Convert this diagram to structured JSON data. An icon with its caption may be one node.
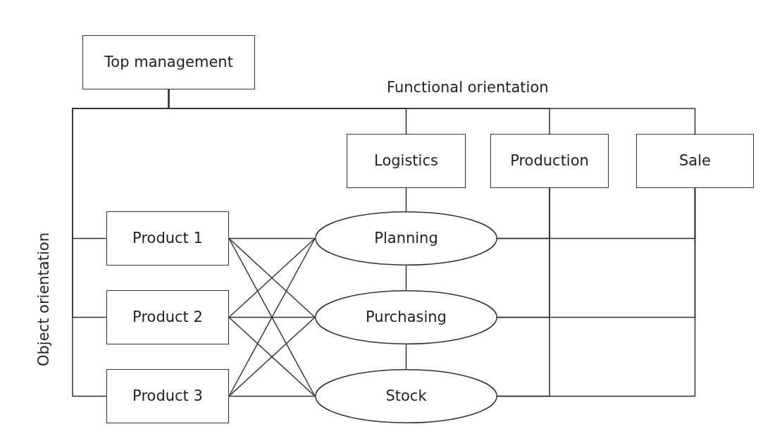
{
  "diagram": {
    "nodes": [
      {
        "text": [
          "Top management"
        ]
      },
      {
        "text": [
          "Logistics"
        ]
      },
      {
        "text": [
          "Production"
        ]
      },
      {
        "text": [
          "Sale"
        ]
      },
      {
        "text": [
          "Product 1"
        ]
      },
      {
        "text": [
          "Product 2"
        ]
      },
      {
        "text": [
          "Product 3"
        ]
      },
      {
        "text": [
          "Planning"
        ]
      },
      {
        "text": [
          "Purchasing"
        ]
      },
      {
        "text": [
          "Stock"
        ]
      }
    ],
    "edges": [
      {
        "from": 0,
        "to": 1,
        "arrow": "none"
      },
      {
        "from": 0,
        "to": 2,
        "arrow": "none"
      },
      {
        "from": 0,
        "to": 3,
        "arrow": "none"
      },
      {
        "from": 0,
        "to": 4,
        "arrow": "none"
      },
      {
        "from": 0,
        "to": 5,
        "arrow": "none"
      },
      {
        "from": 0,
        "to": 6,
        "arrow": "none"
      },
      {
        "from": 1,
        "to": 7,
        "arrow": "none"
      },
      {
        "from": 7,
        "to": 8,
        "arrow": "none"
      },
      {
        "from": 8,
        "to": 9,
        "arrow": "none"
      },
      {
        "from": 4,
        "to": 7,
        "arrow": "none"
      },
      {
        "from": 4,
        "to": 8,
        "arrow": "none"
      },
      {
        "from": 4,
        "to": 9,
        "arrow": "none"
      },
      {
        "from": 5,
        "to": 7,
        "arrow": "none"
      },
      {
        "from": 5,
        "to": 8,
        "arrow": "none"
      },
      {
        "from": 5,
        "to": 9,
        "arrow": "none"
      },
      {
        "from": 6,
        "to": 7,
        "arrow": "none"
      },
      {
        "from": 6,
        "to": 8,
        "arrow": "none"
      },
      {
        "from": 6,
        "to": 9,
        "arrow": "none"
      },
      {
        "from": 7,
        "to": 2,
        "arrow": "none"
      },
      {
        "from": 8,
        "to": 2,
        "arrow": "none"
      },
      {
        "from": 9,
        "to": 2,
        "arrow": "none"
      },
      {
        "from": 7,
        "to": 3,
        "arrow": "none"
      },
      {
        "from": 8,
        "to": 3,
        "arrow": "none"
      },
      {
        "from": 9,
        "to": 3,
        "arrow": "none"
      }
    ],
    "labels": [
      "Functional orientation",
      "Object orientation"
    ]
  }
}
